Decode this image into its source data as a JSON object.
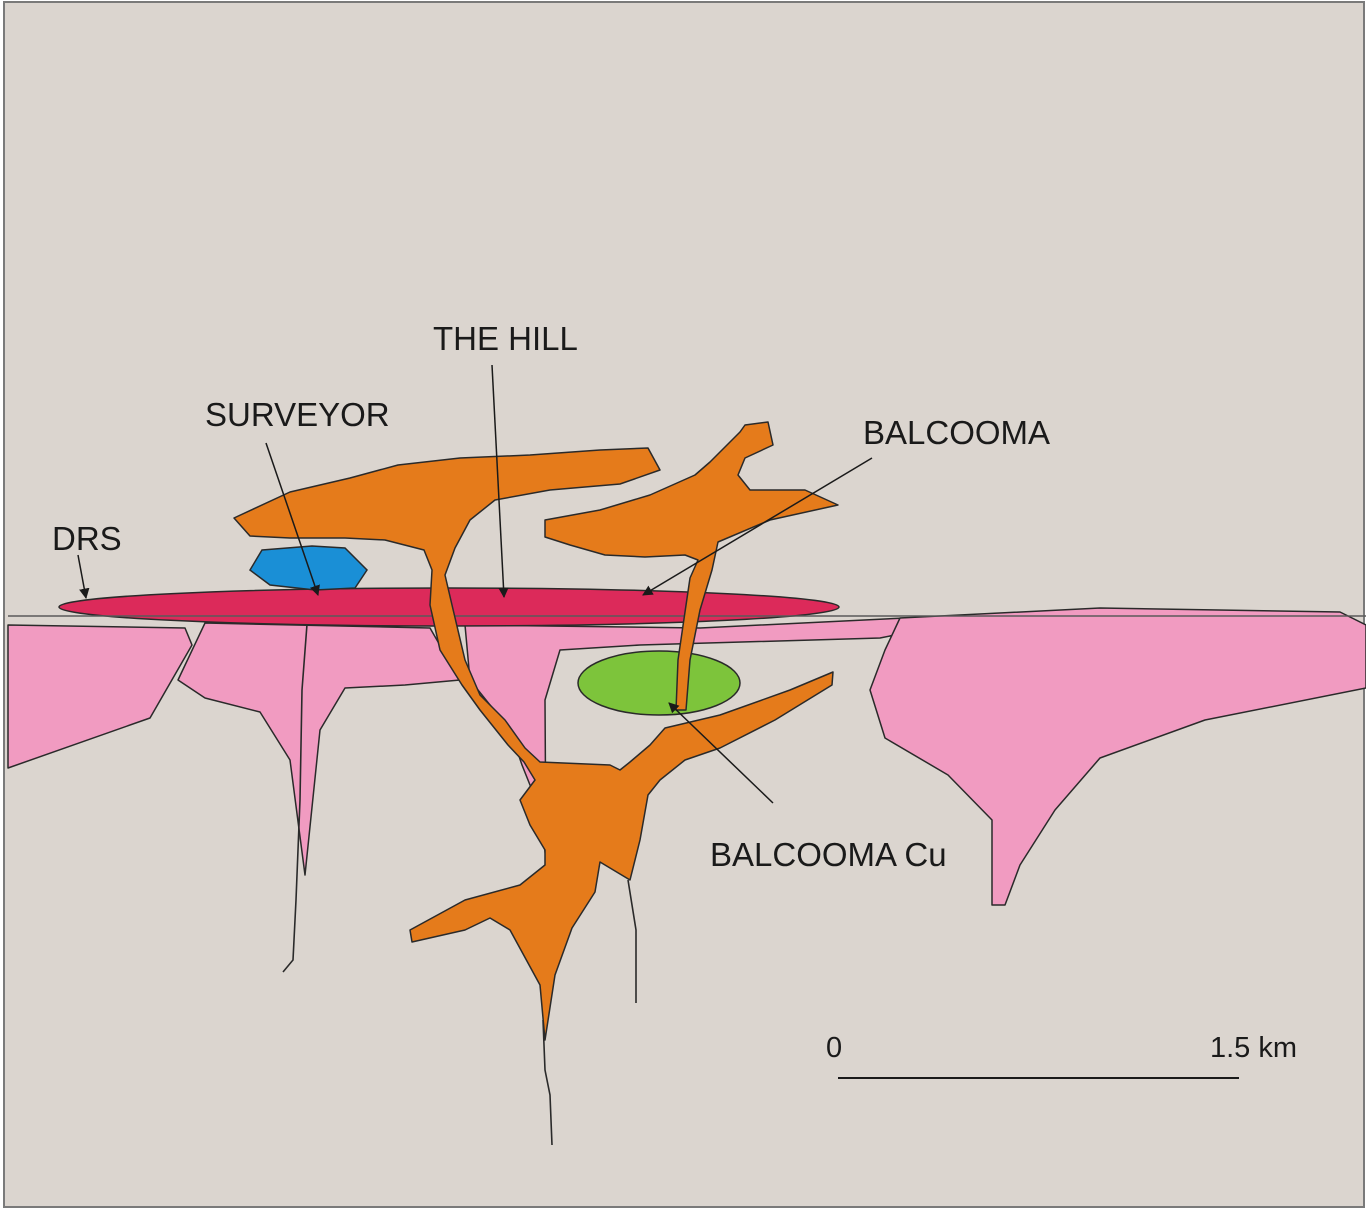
{
  "labels": {
    "the_hill": "THE HILL",
    "surveyor": "SURVEYOR",
    "balcooma": "BALCOOMA",
    "drs": "DRS",
    "balcooma_cu": "BALCOOMA Cu"
  },
  "scale_bar": {
    "start_label": "0",
    "end_label": "1.5 km"
  },
  "colors": {
    "background": "#dbd5cf",
    "intrusive_pink": "#f19bc1",
    "feeder_orange": "#e57b1b",
    "lens_crimson": "#dc2a5a",
    "body_blue": "#1a8fd6",
    "body_green": "#7dc43b",
    "outline": "#2a2a2a"
  }
}
